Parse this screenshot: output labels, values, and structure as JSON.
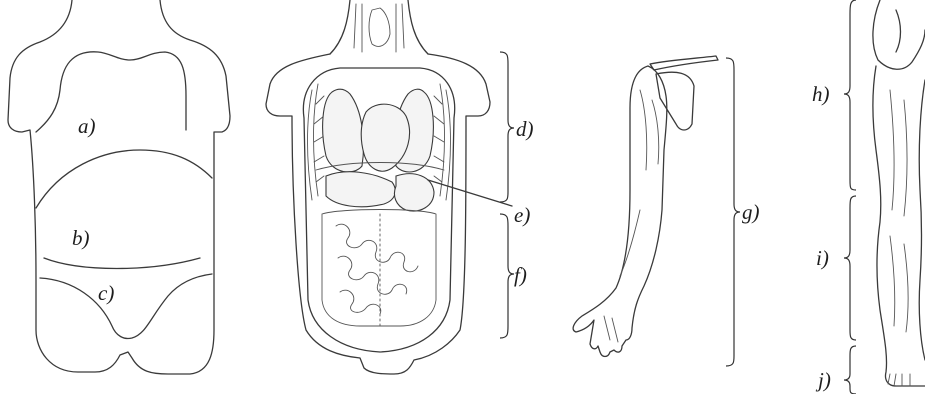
{
  "labels": {
    "a": "a)",
    "b": "b)",
    "c": "c)",
    "d": "d)",
    "e": "e)",
    "f": "f)",
    "g": "g)",
    "h": "h)",
    "i": "i)",
    "j": "j)"
  },
  "colors": {
    "line": "#3a3a3a",
    "text": "#1d1d1d",
    "background": "#ffffff"
  }
}
